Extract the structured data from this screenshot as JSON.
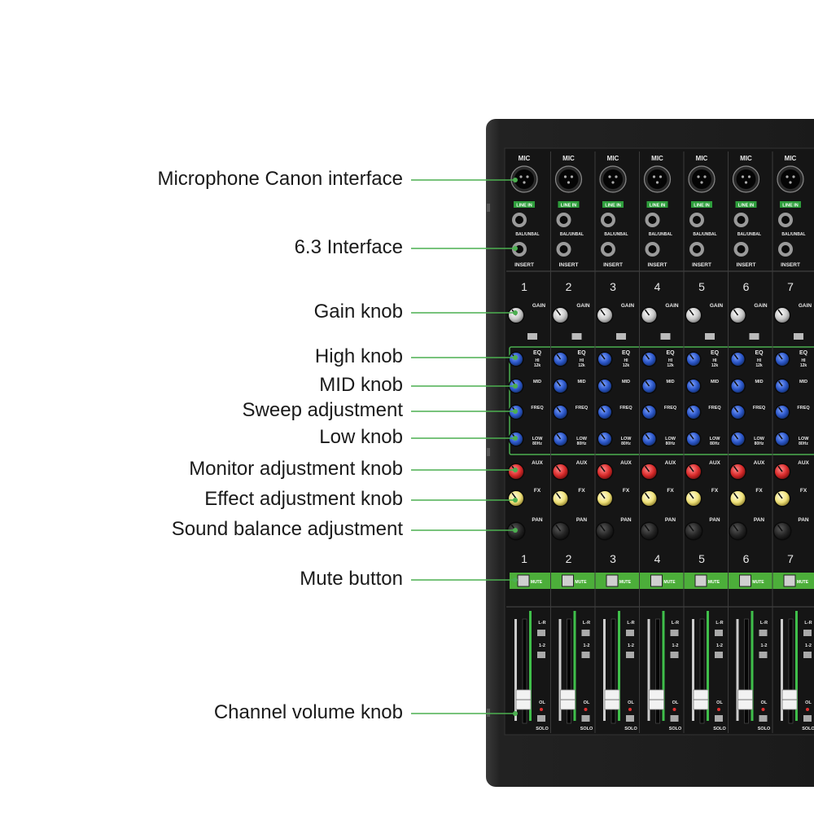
{
  "callouts": [
    {
      "label": "Microphone Canon interface"
    },
    {
      "label": "6.3 Interface"
    },
    {
      "label": "Gain knob"
    },
    {
      "label": "High knob"
    },
    {
      "label": "MID knob"
    },
    {
      "label": "Sweep adjustment"
    },
    {
      "label": "Low knob"
    },
    {
      "label": "Monitor adjustment knob"
    },
    {
      "label": "Effect adjustment knob"
    },
    {
      "label": "Sound balance adjustment"
    },
    {
      "label": "Mute button"
    },
    {
      "label": "Channel volume knob"
    }
  ],
  "mixer": {
    "channel_numbers": [
      "1",
      "2",
      "3",
      "4",
      "5",
      "6",
      "7"
    ],
    "mic_label": "MIC",
    "line_in_label": "LINE IN",
    "bal_label": "BAL/UNBAL",
    "insert_label": "INSERT",
    "gain_label": "GAIN",
    "eq_label": "EQ",
    "hi_label": "HI",
    "hi_freq": "12k",
    "mid_label": "MID",
    "freq_label": "FREQ",
    "low_label": "LOW",
    "low_freq": "80Hz",
    "aux_label": "AUX",
    "fx_label": "FX",
    "pan_label": "PAN",
    "mute_label": "MUTE",
    "lr_label": "L-R",
    "sub_label": "1-2",
    "ol_label": "OL",
    "solo_label": "SOLO"
  },
  "colors": {
    "callout_line": "#4caf50",
    "panel": "#1c1c1c",
    "eq_knob": "#2b56c8",
    "aux_knob": "#d92b2b",
    "fx_knob": "#f0e27a",
    "mute_strip": "#4cae3a"
  }
}
